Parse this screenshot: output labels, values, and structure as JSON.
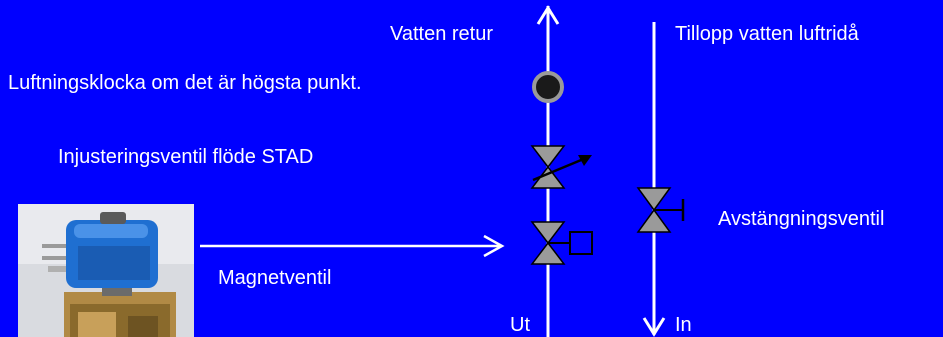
{
  "diagram": {
    "background_color": "#0000ff",
    "line_color": "#ffffff",
    "valve_fill": "#9a9a9a",
    "labels": {
      "return": "Vatten retur",
      "supply": "Tillopp vatten luftridå",
      "air_vent": "Luftningsklocka om det är högsta punkt.",
      "balancing_valve": "Injusteringsventil flöde STAD",
      "solenoid_valve": "Magnetventil",
      "shutoff_valve": "Avstängningsventil",
      "out": "Ut",
      "in": "In"
    },
    "photo_icon": "solenoid-valve-photo"
  }
}
